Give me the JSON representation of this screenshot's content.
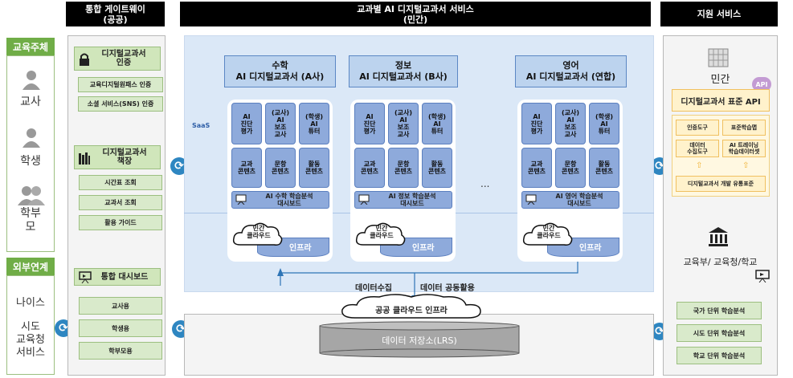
{
  "headers": {
    "gateway": "통합 게이트웨이\n(공공)",
    "services": "교과별 AI 디지털교과서 서비스\n(민간)",
    "support": "지원 서비스"
  },
  "left": {
    "education_subject": "교육주체",
    "teacher": "교사",
    "student": "학생",
    "parent": "학부\n모",
    "external": "외부연계",
    "neis": "나이스",
    "office": "시도\n교육청\n서비스"
  },
  "gateway": {
    "auth_title": "디지털교과서\n인증",
    "auth_items": [
      "교육디지털원패스 인증",
      "소셜 서비스(SNS) 인증"
    ],
    "shelf_title": "디지털교과서\n책장",
    "shelf_items": [
      "시간표 조회",
      "교과서 조회",
      "활용 가이드"
    ],
    "dashboard_title": "통합 대시보드",
    "dashboard_items": [
      "교사용",
      "학생용",
      "학부모용"
    ]
  },
  "services": {
    "saas": "SaaS",
    "ellipsis": "...",
    "columns": [
      {
        "title1": "수학",
        "title2": "AI 디지털교과서 (A사)",
        "tiles": [
          "AI\n진단\n평가",
          "(교사)\nAI\n보조\n교사",
          "(학생)\nAI\n튜터",
          "교과\n콘텐츠",
          "문항\n콘텐츠",
          "활동\n콘텐츠"
        ],
        "dashboard": "AI 수학 학습분석\n대시보드",
        "cloud": "민간\n클라우드",
        "infra": "인프라"
      },
      {
        "title1": "정보",
        "title2": "AI 디지털교과서 (B사)",
        "tiles": [
          "AI\n진단\n평가",
          "(교사)\nAI\n보조\n교사",
          "(학생)\nAI\n튜터",
          "교과\n콘텐츠",
          "문항\n콘텐츠",
          "활동\n콘텐츠"
        ],
        "dashboard": "AI 정보 학습분석\n대시보드",
        "cloud": "민간\n클라우드",
        "infra": "인프라"
      },
      {
        "title1": "영어",
        "title2": "AI 디지털교과서 (연합)",
        "tiles": [
          "AI\n진단\n평가",
          "(교사)\nAI\n보조\n교사",
          "(학생)\nAI\n튜터",
          "교과\n콘텐츠",
          "문항\n콘텐츠",
          "활동\n콘텐츠"
        ],
        "dashboard": "AI 영어 학습분석\n대시보드",
        "cloud": "민간\n클라우드",
        "infra": "인프라"
      }
    ],
    "data_collect": "데이터수집",
    "data_share": "데이터 공동활용",
    "public_cloud": "공공 클라우드 인프라",
    "lrs": "데이터 저장소(LRS)"
  },
  "support": {
    "private": "민간",
    "api_badge": "API",
    "api_title": "디지털교과서 표준 API",
    "api_items": [
      "인증도구",
      "표준학습맵",
      "데이터\n수집도구",
      "AI 트레이닝\n학습데이터셋"
    ],
    "api_bottom": "디지털교과서 개발 유통표준",
    "ministry": "교육부/ 교육청/학교",
    "analysis_items": [
      "국가 단위 학습분석",
      "시도 단위 학습분석",
      "학교 단위 학습분석"
    ]
  },
  "colors": {
    "green": "#70ad47",
    "blue_tile": "#8eaadb",
    "blue_panel": "#dbe8f7",
    "header": "#000000",
    "sync": "#2e86c1"
  }
}
